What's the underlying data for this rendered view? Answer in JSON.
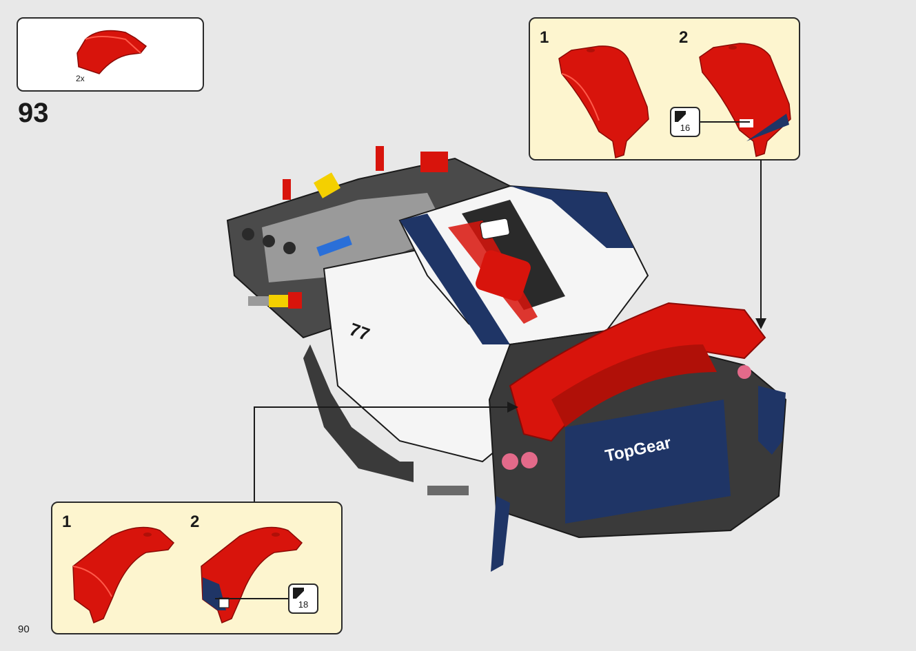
{
  "parts_box": {
    "quantity": "2x"
  },
  "step": {
    "number": "93"
  },
  "callout_top": {
    "sub_steps": [
      {
        "label": "1"
      },
      {
        "label": "2"
      }
    ],
    "sticker_number": "16"
  },
  "callout_bottom": {
    "sub_steps": [
      {
        "label": "1"
      },
      {
        "label": "2"
      }
    ],
    "sticker_number": "18"
  },
  "page": {
    "number": "90"
  },
  "colors": {
    "brick_red": "#d8140c",
    "navy": "#1f3566",
    "dark_grey": "#3a3a3a",
    "callout_bg": "#fdf5cf",
    "background": "#e8e8e8"
  }
}
